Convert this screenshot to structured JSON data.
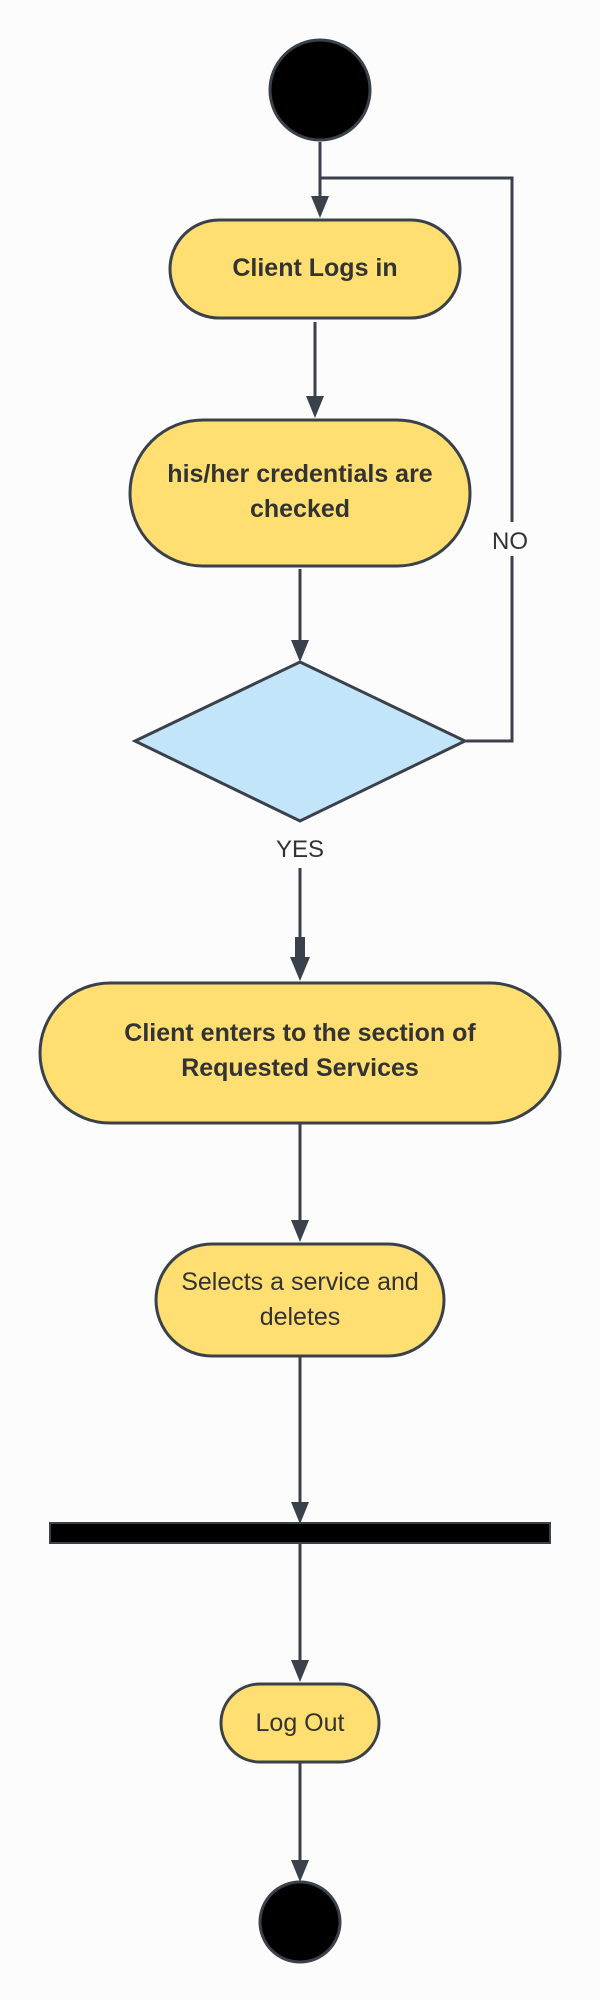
{
  "diagram": {
    "type": "uml-activity",
    "colors": {
      "activity_fill": "#ffdf71",
      "decision_fill": "#c2e5f9",
      "outline": "#3a414a",
      "terminal": "#000000",
      "background": "#fdfcfc"
    },
    "nodes": {
      "start": {
        "kind": "initial-node"
      },
      "login": {
        "kind": "activity",
        "lines": [
          "Client Logs in"
        ]
      },
      "credentials": {
        "kind": "activity",
        "lines": [
          "his/her credentials are",
          "checked"
        ]
      },
      "decision": {
        "kind": "decision"
      },
      "enter_section": {
        "kind": "activity",
        "lines": [
          "Client enters to the section of",
          "Requested Services"
        ]
      },
      "select_delete": {
        "kind": "activity",
        "lines": [
          "Selects a service and",
          "deletes"
        ]
      },
      "fork_bar": {
        "kind": "fork-join-bar"
      },
      "logout": {
        "kind": "activity",
        "lines": [
          "Log Out"
        ]
      },
      "end": {
        "kind": "final-node"
      }
    },
    "edges": [
      {
        "from": "start",
        "to": "login"
      },
      {
        "from": "login",
        "to": "credentials"
      },
      {
        "from": "credentials",
        "to": "decision"
      },
      {
        "from": "decision",
        "to": "login",
        "guard": "NO"
      },
      {
        "from": "decision",
        "to": "enter_section",
        "guard": "YES"
      },
      {
        "from": "enter_section",
        "to": "select_delete"
      },
      {
        "from": "select_delete",
        "to": "fork_bar"
      },
      {
        "from": "fork_bar",
        "to": "logout"
      },
      {
        "from": "logout",
        "to": "end"
      }
    ]
  }
}
